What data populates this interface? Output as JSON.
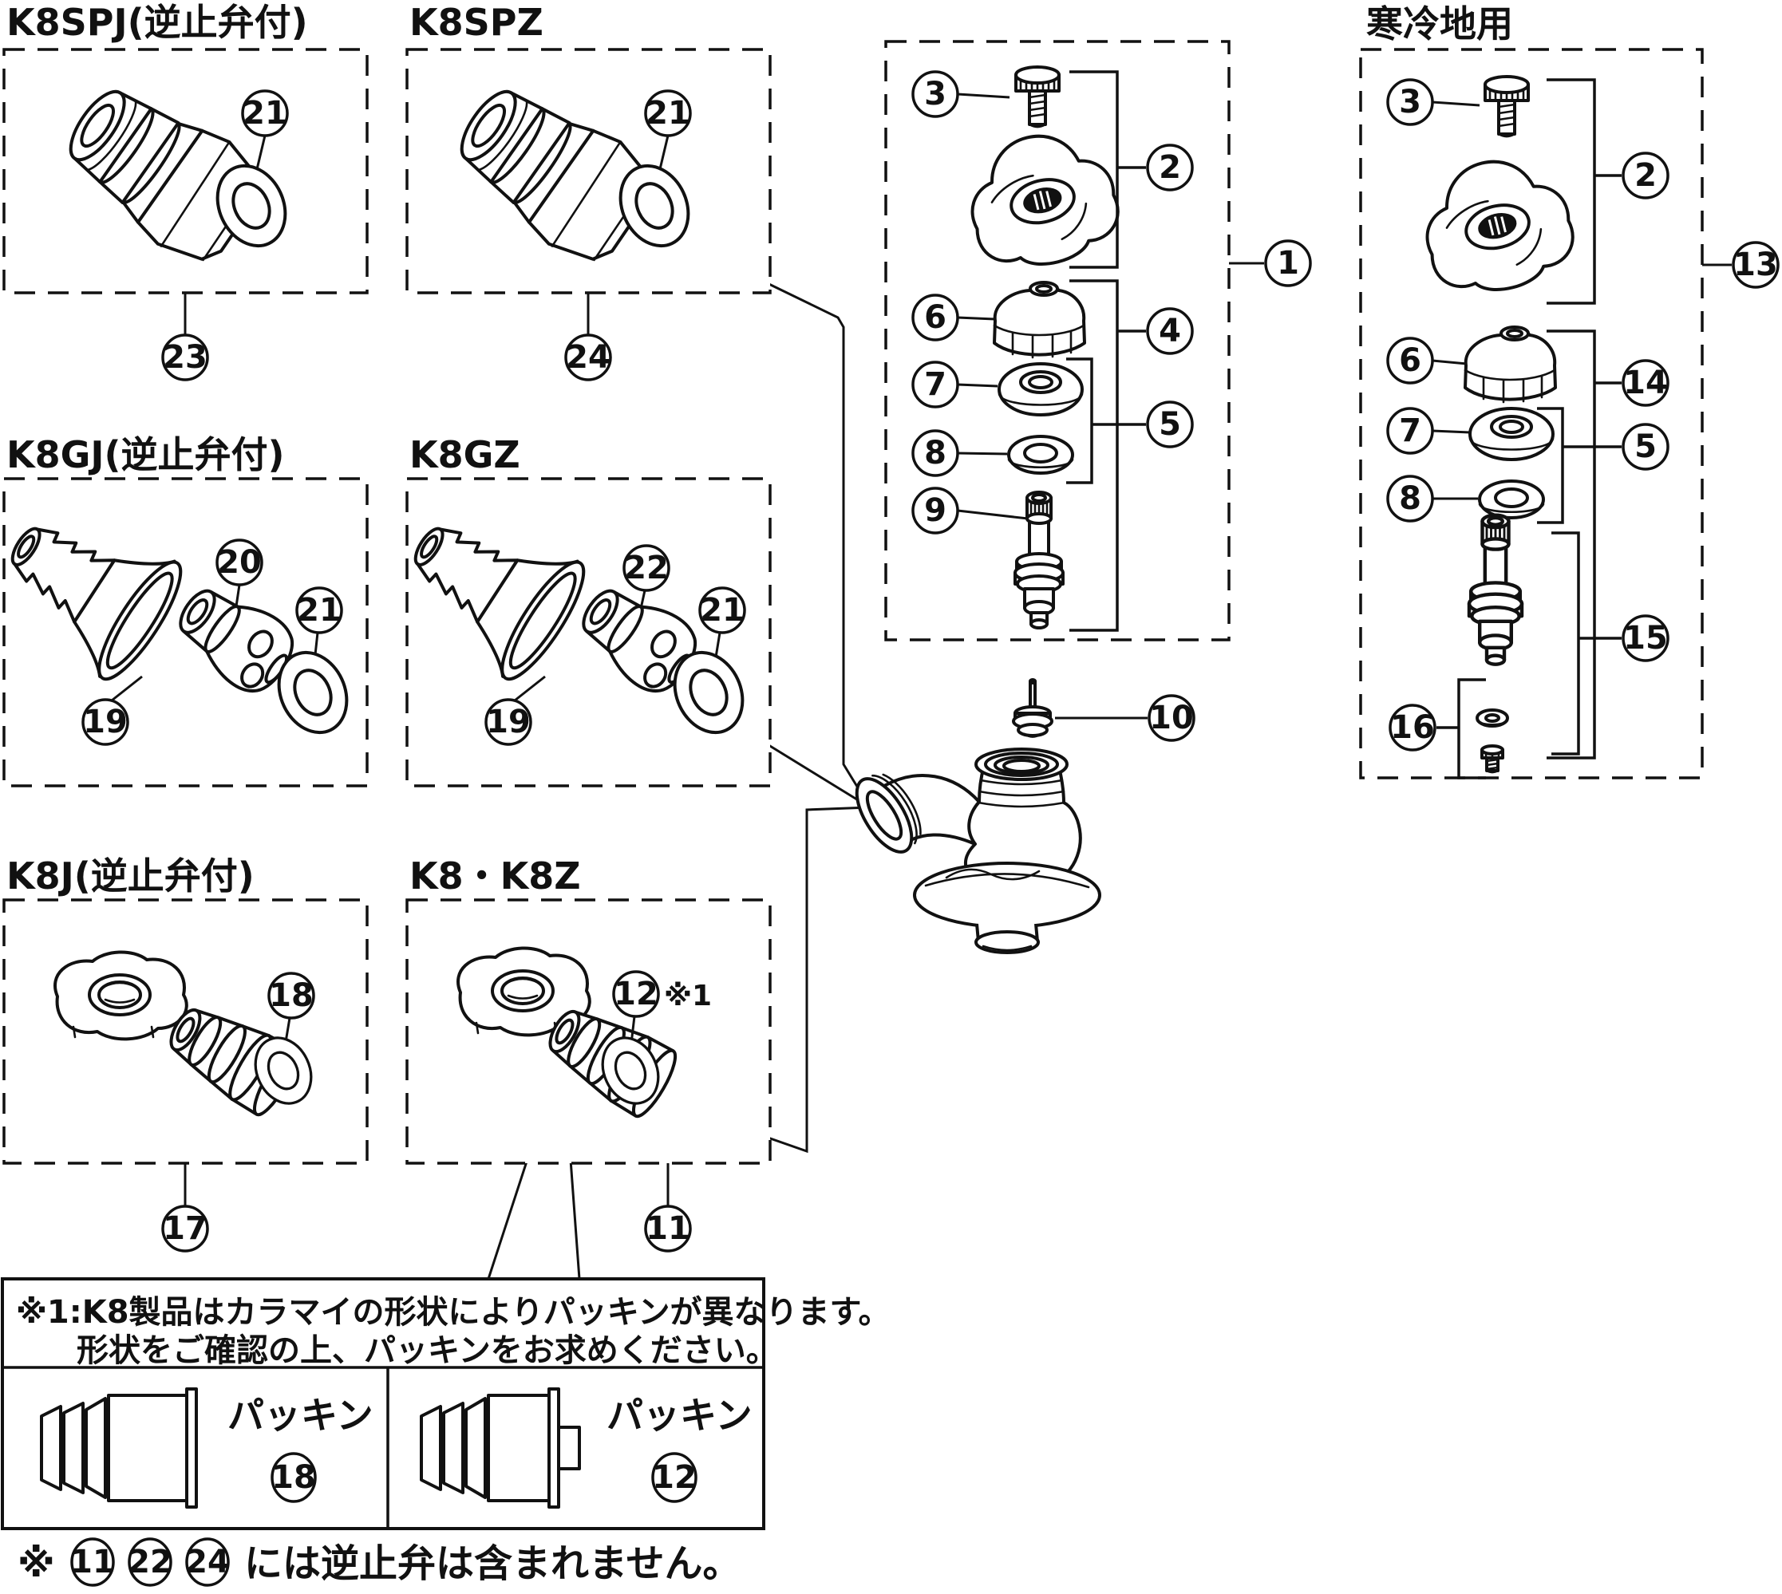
{
  "products": {
    "k8spj": {
      "name": "K8SPJ(逆止弁付)"
    },
    "k8spz": {
      "name": "K8SPZ"
    },
    "k8gj": {
      "name": "K8GJ(逆止弁付)"
    },
    "k8gz": {
      "name": "K8GZ"
    },
    "k8j": {
      "name": "K8J(逆止弁付)"
    },
    "k8k8z": {
      "name": "K8・K8Z"
    },
    "cold_region": {
      "name": "寒冷地用"
    }
  },
  "parts": {
    "p1": "1",
    "p2": "2",
    "p3": "3",
    "p4": "4",
    "p5": "5",
    "p6": "6",
    "p7": "7",
    "p8": "8",
    "p9": "9",
    "p10": "10",
    "p11": "11",
    "p12": "12",
    "p13": "13",
    "p14": "14",
    "p15": "15",
    "p16": "16",
    "p17": "17",
    "p18": "18",
    "p19": "19",
    "p20": "20",
    "p21": "21",
    "p22": "22",
    "p23": "23",
    "p24": "24"
  },
  "ref_mark": "※1",
  "note": {
    "line1": "※1:K8製品はカラマイの形状によりパッキンが異なります。",
    "line2": "形状をご確認の上、パッキンをお求めください。",
    "packing_label": "パッキン"
  },
  "footer": {
    "mark": "※",
    "items": [
      "11",
      "22",
      "24"
    ],
    "text": "には逆止弁は含まれません。"
  }
}
